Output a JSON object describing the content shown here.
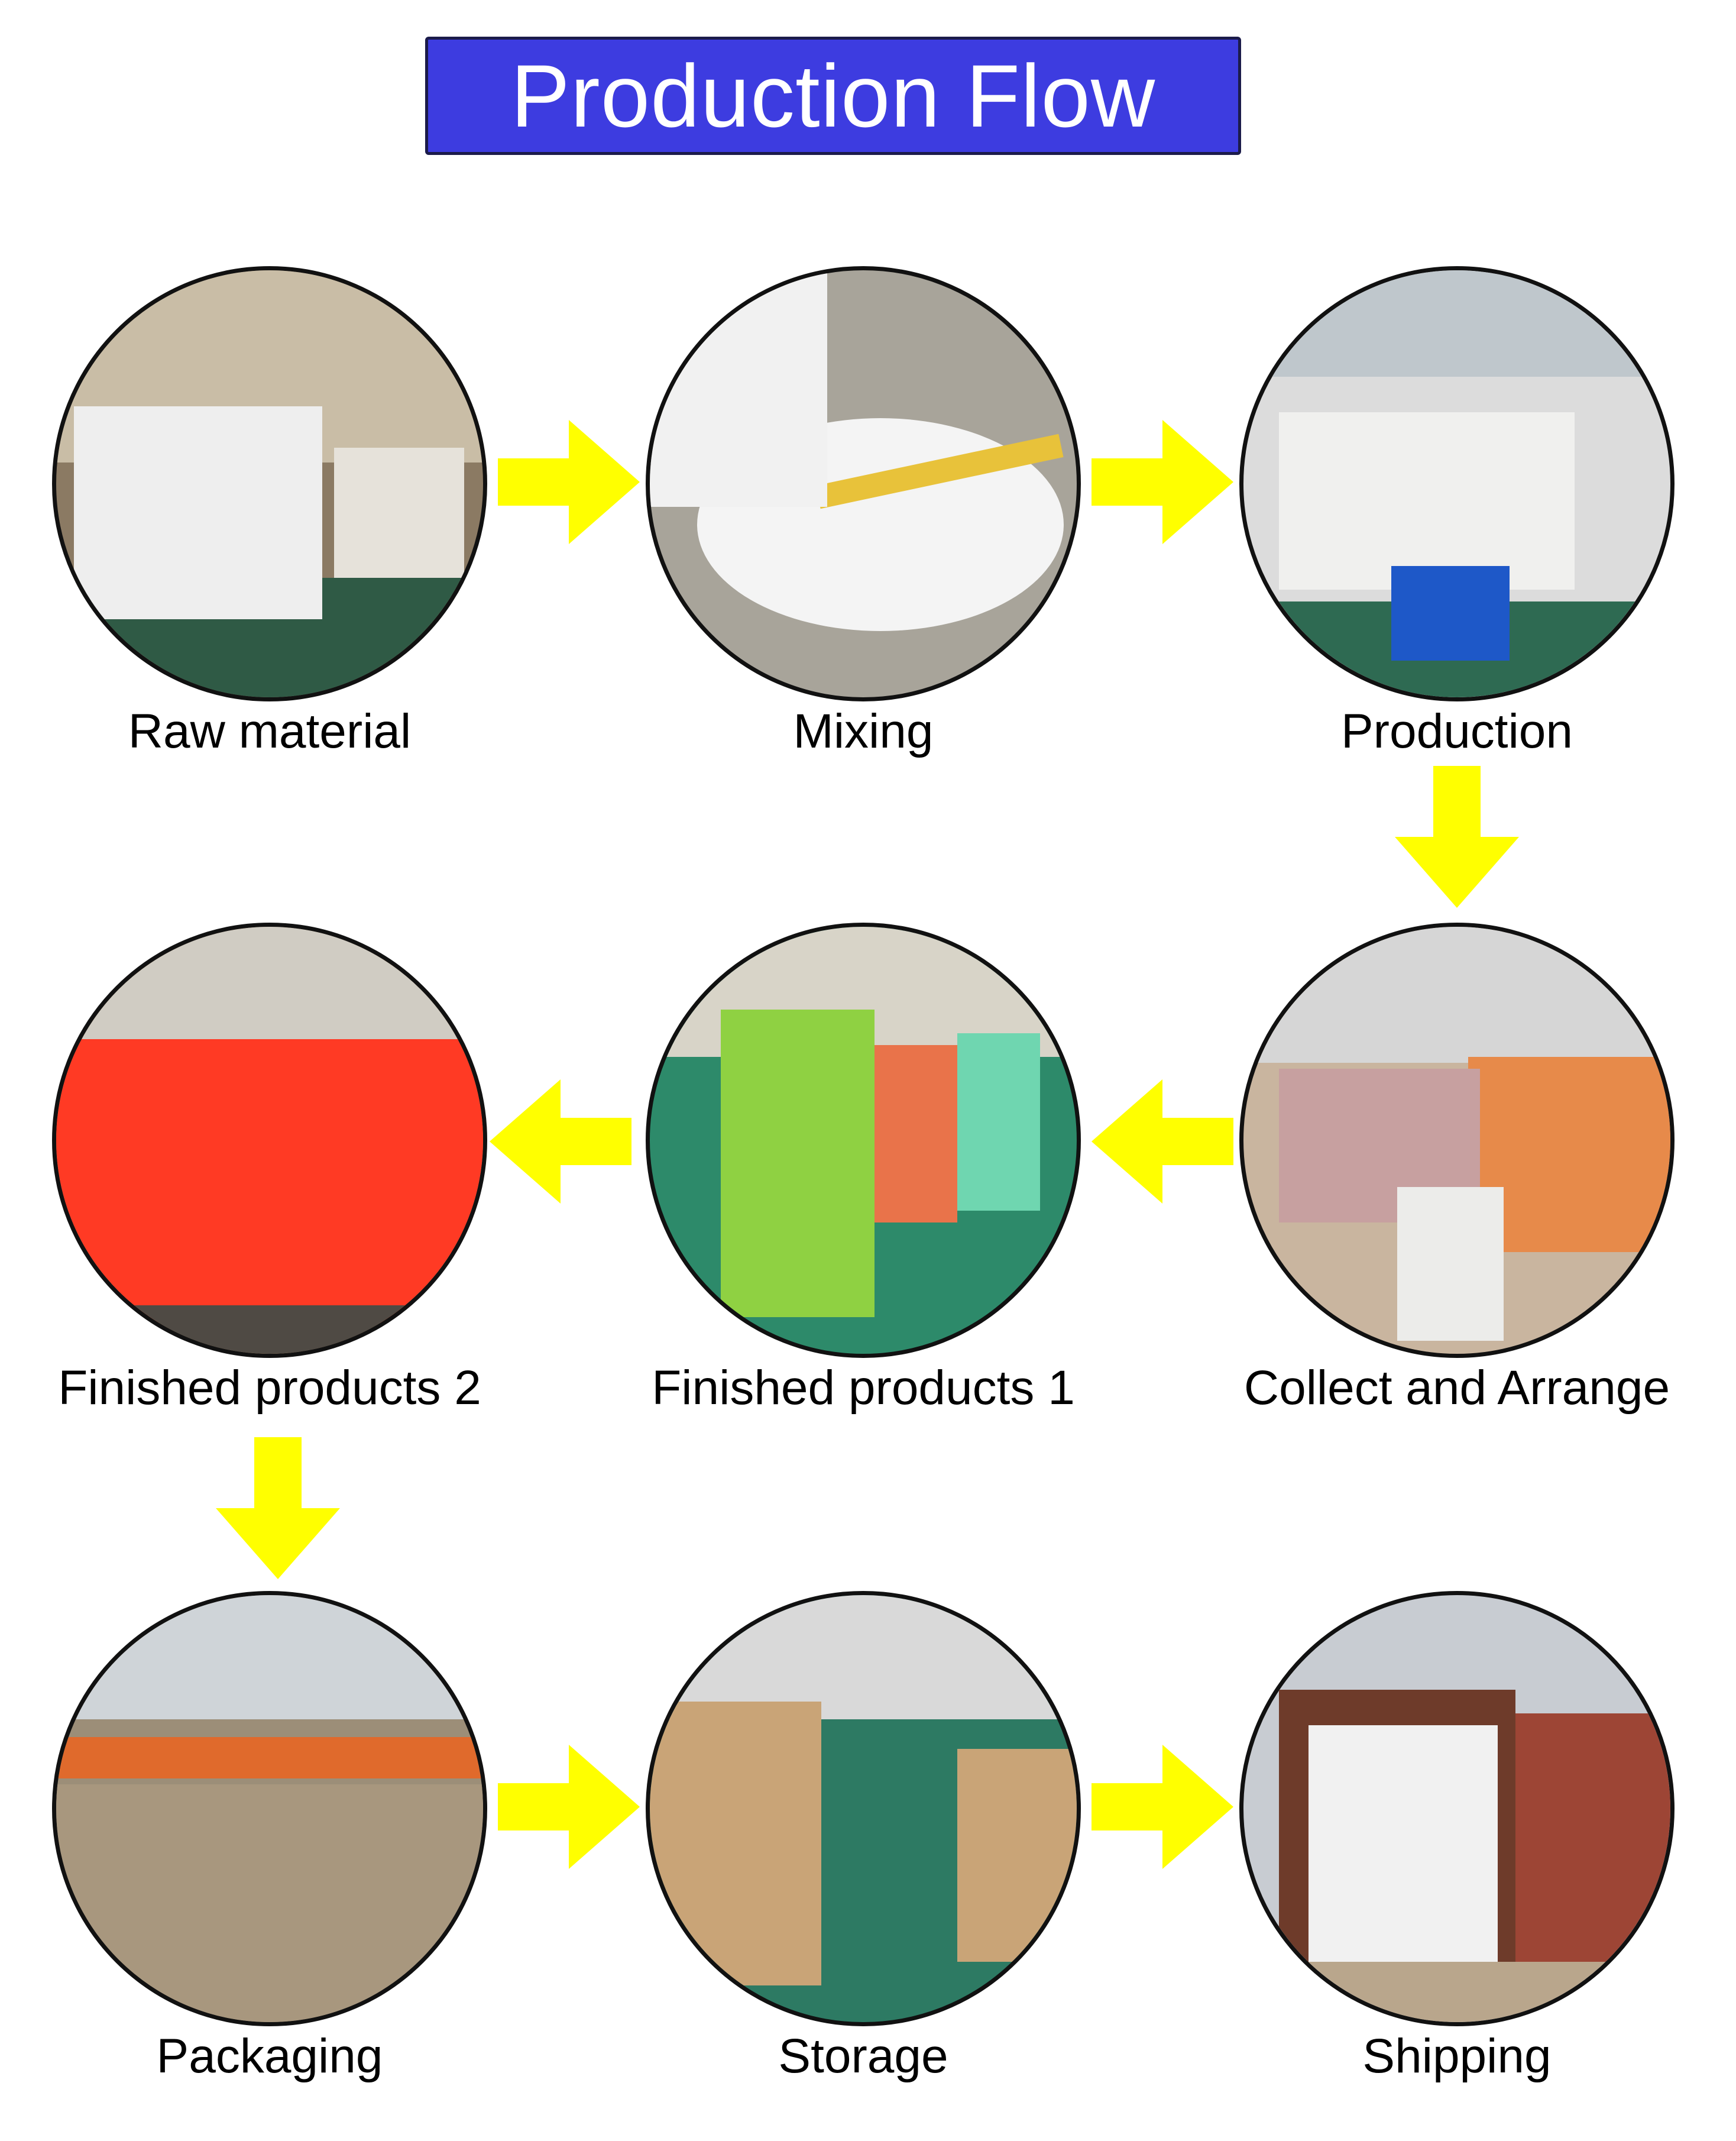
{
  "title": "Production Flow",
  "arrow_color": "#ffff00",
  "title_bg": "#3d3ce0",
  "steps": [
    {
      "label": "Raw material"
    },
    {
      "label": "Mixing"
    },
    {
      "label": "Production"
    },
    {
      "label": "Collect and Arrange"
    },
    {
      "label": "Finished products 1"
    },
    {
      "label": "Finished products 2"
    },
    {
      "label": "Packaging"
    },
    {
      "label": "Storage"
    },
    {
      "label": "Shipping"
    }
  ],
  "flow_arrows": [
    {
      "from": "Raw material",
      "to": "Mixing",
      "direction": "right"
    },
    {
      "from": "Mixing",
      "to": "Production",
      "direction": "right"
    },
    {
      "from": "Production",
      "to": "Collect and Arrange",
      "direction": "down"
    },
    {
      "from": "Collect and Arrange",
      "to": "Finished products 1",
      "direction": "left"
    },
    {
      "from": "Finished products 1",
      "to": "Finished products 2",
      "direction": "left"
    },
    {
      "from": "Finished products 2",
      "to": "Packaging",
      "direction": "down"
    },
    {
      "from": "Packaging",
      "to": "Storage",
      "direction": "right"
    },
    {
      "from": "Storage",
      "to": "Shipping",
      "direction": "right"
    }
  ]
}
